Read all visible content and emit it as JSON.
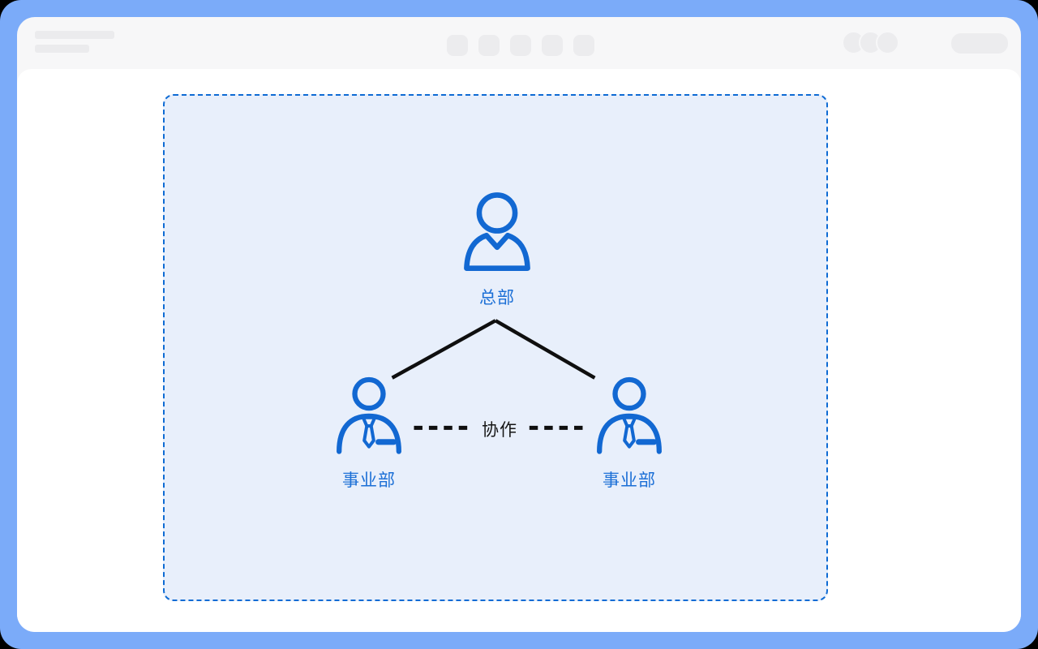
{
  "diagram": {
    "root_label": "总部",
    "children": [
      {
        "label": "事业部"
      },
      {
        "label": "事业部"
      }
    ],
    "edge_label": "协作"
  },
  "icons": {
    "root": "person-executive-icon",
    "children": "person-tie-icon"
  },
  "colors": {
    "frame_blue": "#7babf9",
    "toolbar_bg": "#f7f7f8",
    "skeleton_gray": "#ececee",
    "content_bg": "#ffffff",
    "canvas_bg": "#e8effb",
    "dashed_border_blue": "#0e6bd4",
    "icon_blue": "#1268d2",
    "label_blue": "#1b6fd6",
    "connector_black": "#0f0f0f"
  }
}
